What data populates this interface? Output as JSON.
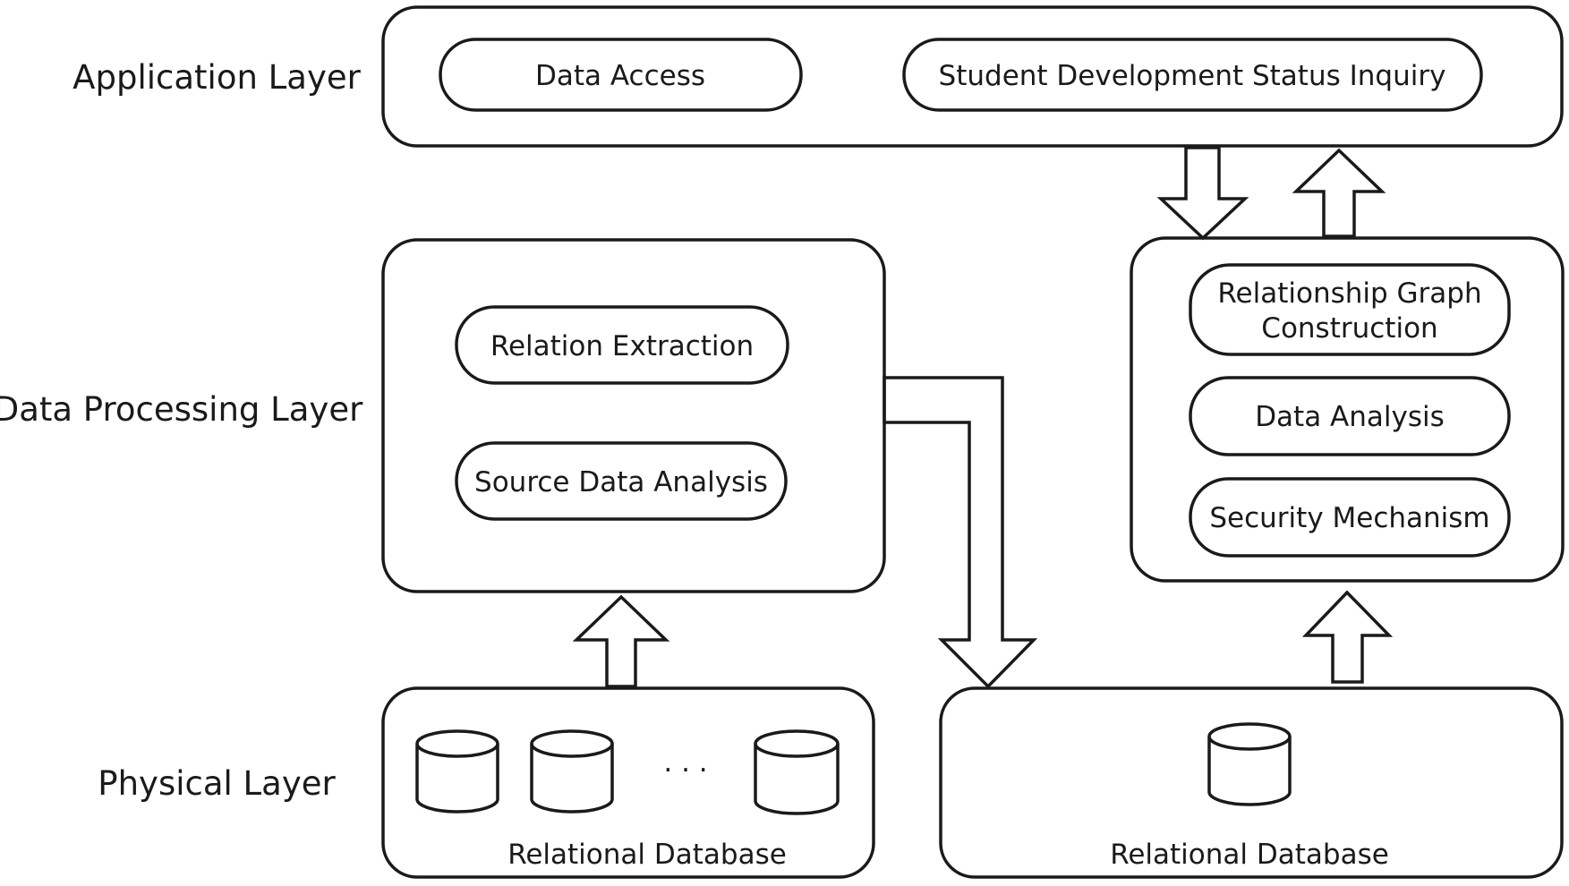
{
  "layers": {
    "application": "Application Layer",
    "data_processing": "Data Processing Layer",
    "physical": "Physical Layer"
  },
  "application_layer": {
    "data_access": "Data Access",
    "status_inquiry": "Student Development Status Inquiry"
  },
  "processing_left": {
    "relation_extraction": "Relation Extraction",
    "source_data_analysis": "Source Data Analysis"
  },
  "processing_right": {
    "graph_construction_line1": "Relationship Graph",
    "graph_construction_line2": "Construction",
    "data_analysis": "Data Analysis",
    "security_mechanism": "Security Mechanism"
  },
  "physical_left": {
    "label": "Relational Database",
    "ellipsis": "· · ·"
  },
  "physical_right": {
    "label": "Relational Database"
  }
}
